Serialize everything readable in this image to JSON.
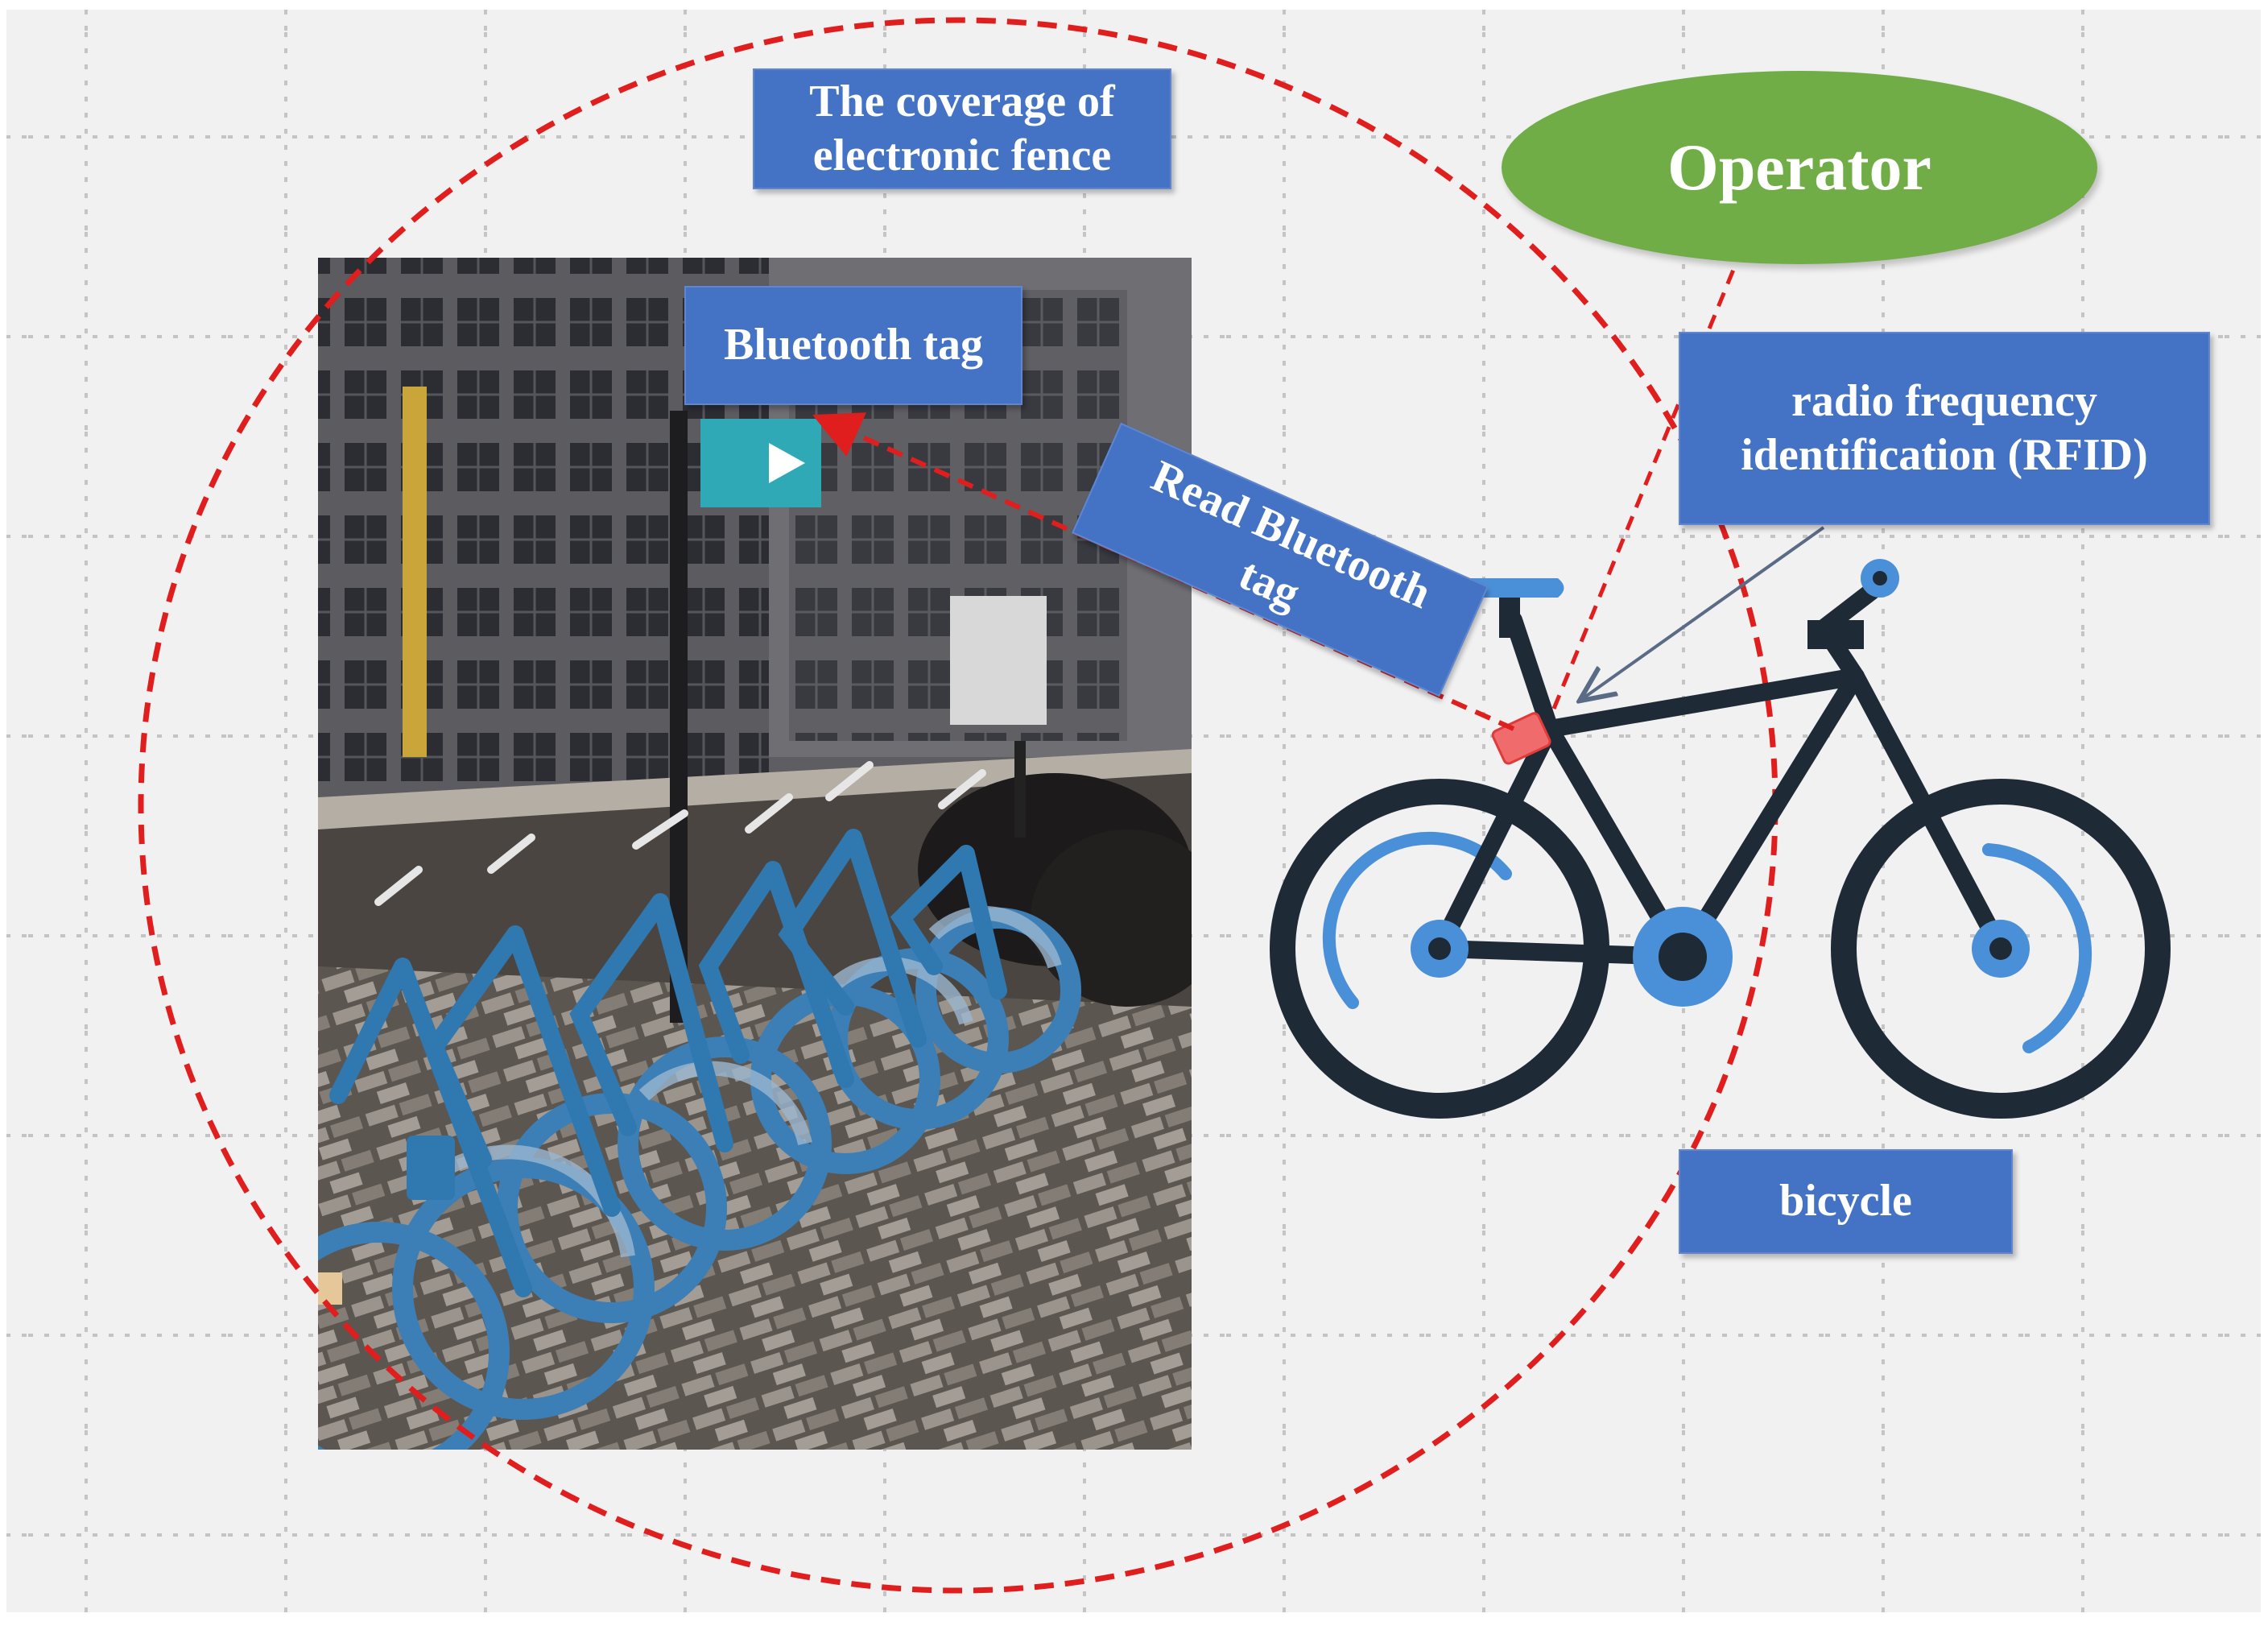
{
  "labels": {
    "fence": {
      "line1": "The coverage of",
      "line2": "electronic fence"
    },
    "bluetooth_tag": "Bluetooth tag",
    "read_bluetooth": {
      "line1": "Read Bluetooth",
      "line2": "tag"
    },
    "operator": "Operator",
    "rfid": {
      "line1": "radio frequency",
      "line2": "identification (RFID)"
    },
    "bicycle": "bicycle"
  },
  "colors": {
    "background": "#f1f1f1",
    "grid": "#bfbfbf",
    "fence": "#e01e1e",
    "box": "#4472c4",
    "operator": "#70ad47",
    "bicycle_frame": "#1e2a36",
    "bicycle_accent": "#4a90d9",
    "rfid_tag": "#f06b6b",
    "connector": "#5a6b86"
  },
  "icons": {
    "photo": "parked-shared-bicycles-photo",
    "bicycle": "bicycle-icon",
    "rfid": "rfid-tag-icon"
  }
}
